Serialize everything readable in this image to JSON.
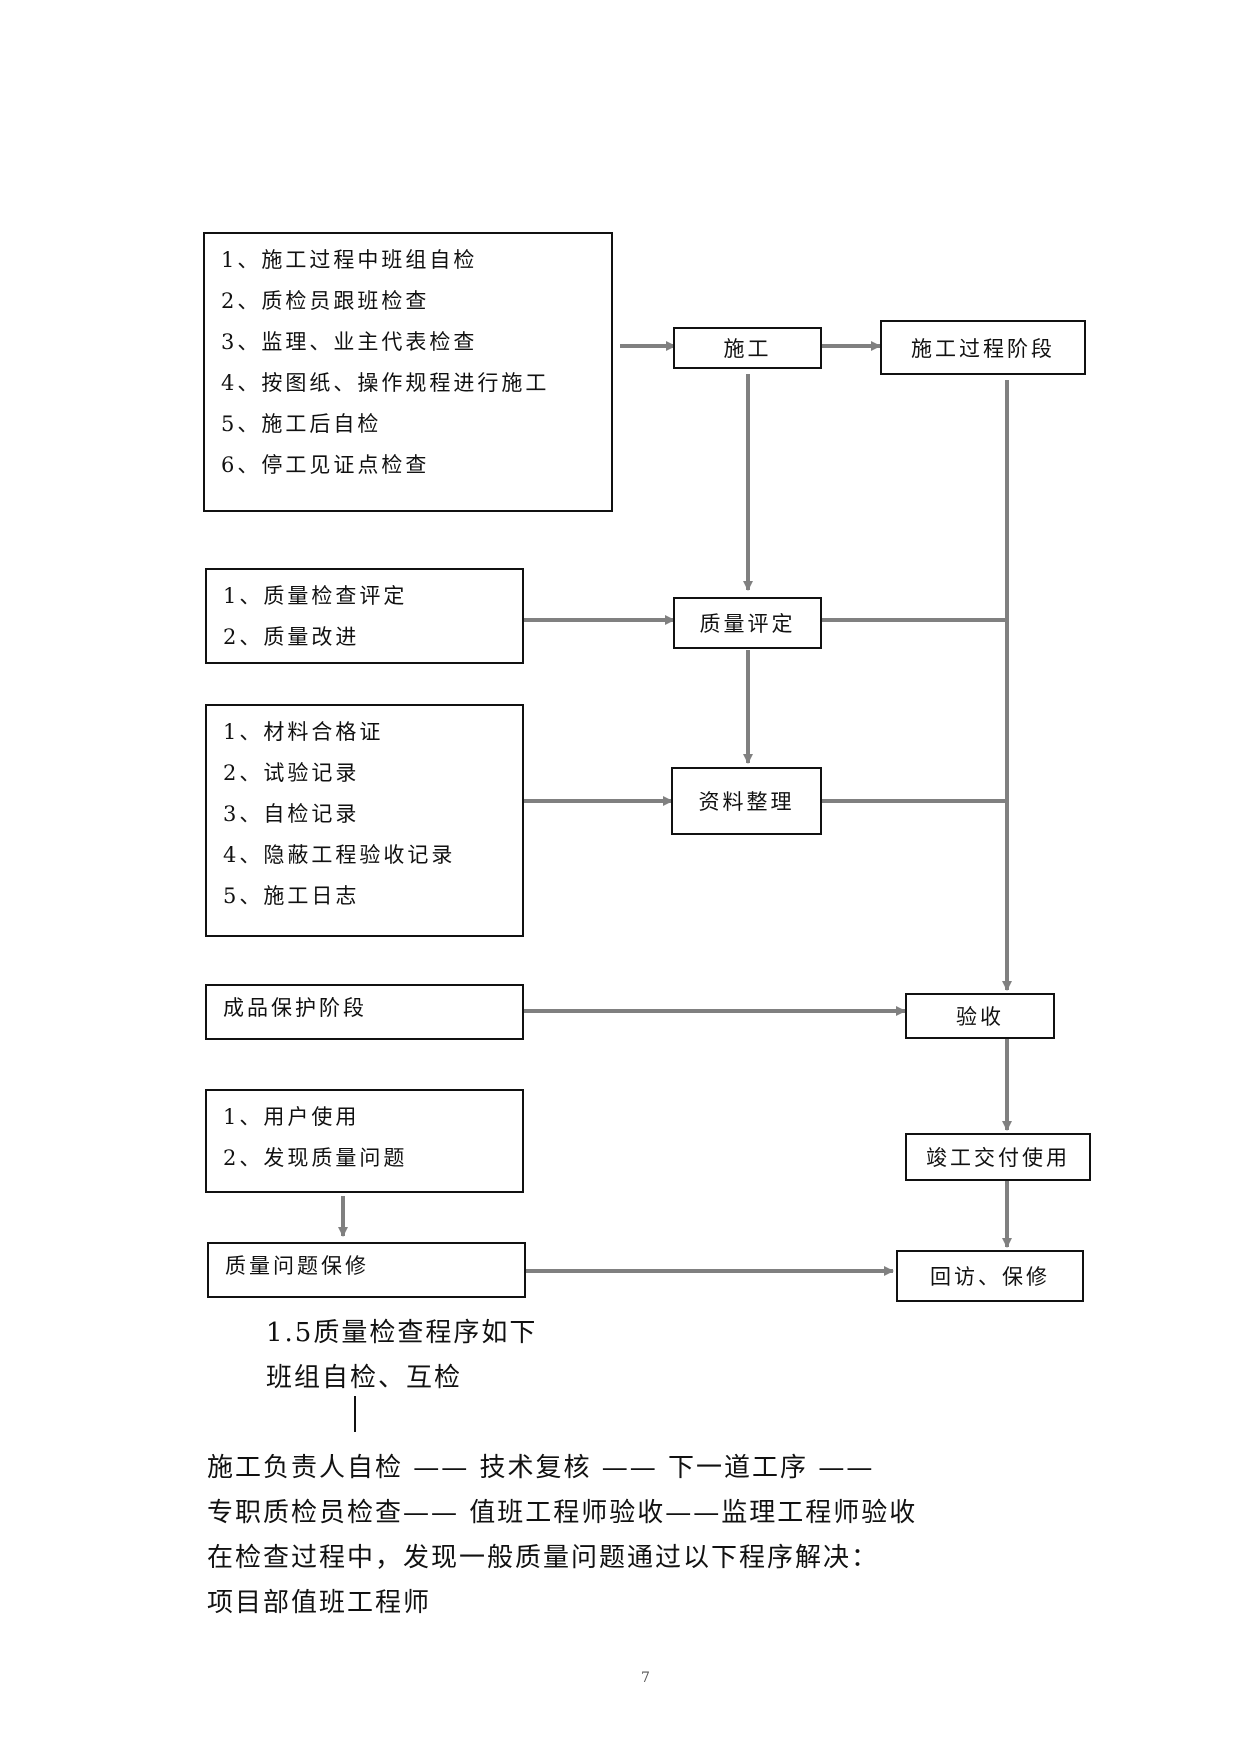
{
  "flow": {
    "construction_box": [
      "1、施工过程中班组自检",
      "2、质检员跟班检查",
      "3、监理、业主代表检查",
      "4、按图纸、操作规程进行施工",
      "5、施工后自检",
      "6、停工见证点检查"
    ],
    "quality_box": [
      "1、质量检查评定",
      "2、质量改进"
    ],
    "docs_box": [
      "1、材料合格证",
      "2、试验记录",
      "3、自检记录",
      "4、隐蔽工程验收记录",
      "5、施工日志"
    ],
    "protection_box": "成品保护阶段",
    "usage_box": [
      "1、用户使用",
      "2、发现质量问题"
    ],
    "repair_box": "质量问题保修",
    "nodes": {
      "construction": "施工",
      "process_stage": "施工过程阶段",
      "quality_eval": "质量评定",
      "docs": "资料整理",
      "acceptance": "验收",
      "handover": "竣工交付使用",
      "revisit": "回访、保修"
    }
  },
  "section": {
    "title": "1.5质量检查程序如下",
    "step1": "班组自检、互检",
    "line2": "施工负责人自检 ——  技术复核 ——  下一道工序 ——",
    "line3": "专职质检员检查—— 值班工程师验收——监理工程师验收",
    "line4": "在检查过程中，发现一般质量问题通过以下程序解决：",
    "line5": "项目部值班工程师"
  },
  "page_number": "7"
}
